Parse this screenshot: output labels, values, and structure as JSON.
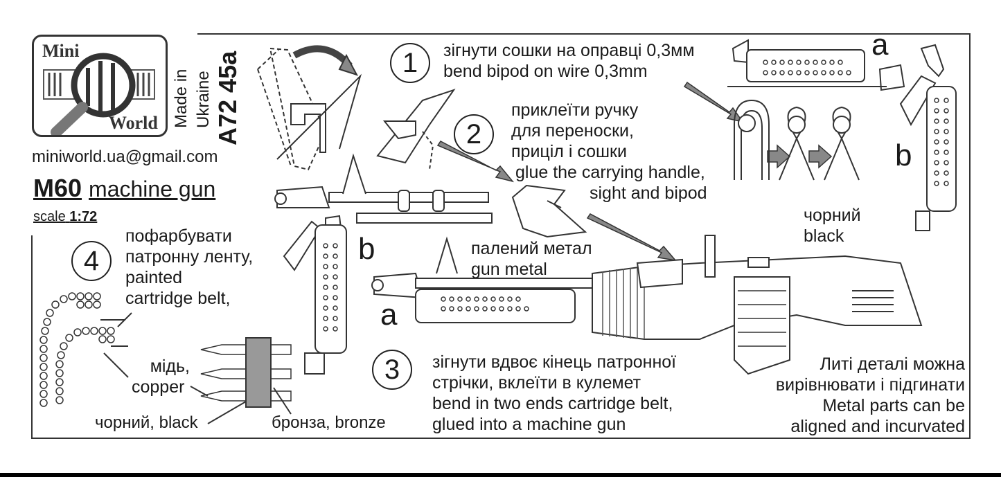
{
  "logo": {
    "word1": "Mini",
    "word2": "World"
  },
  "vertical": {
    "made_in": "Made in",
    "country": "Ukraine",
    "code": "A72 45a"
  },
  "email": "miniworld.ua@gmail.com",
  "title": {
    "model": "M60",
    "rest": "machine gun"
  },
  "scale": {
    "label": "scale",
    "value": "1:72"
  },
  "steps": [
    {
      "num": "1",
      "lines": [
        "зігнути сошки на оправці 0,3мм",
        "bend bipod on wire 0,3mm"
      ]
    },
    {
      "num": "2",
      "lines": [
        "приклеїти ручку",
        "для переноски,",
        "приціл і сошки",
        "glue the carrying handle,",
        "sight and bipod"
      ]
    },
    {
      "num": "3",
      "lines": [
        "зігнути вдвоє кінець патронної",
        "стрічки, вклеїти в кулемет",
        "bend in two ends cartridge belt,",
        "glued into a machine gun"
      ]
    },
    {
      "num": "4",
      "lines": [
        "пофарбувати",
        "патронну ленту,",
        "painted",
        "cartridge belt,"
      ]
    }
  ],
  "labels": {
    "a": "a",
    "b": "b",
    "gunmetal": [
      "палений метал",
      "gun metal"
    ],
    "black": [
      "чорний",
      "black"
    ],
    "copper": [
      "мідь,",
      "copper"
    ],
    "black_small": "чорний, black",
    "bronze": "бронза, bronze"
  },
  "note": [
    "Литі деталі можна",
    "вирівнювати і підгинати",
    "Metal parts can be",
    "aligned and incurvated"
  ]
}
